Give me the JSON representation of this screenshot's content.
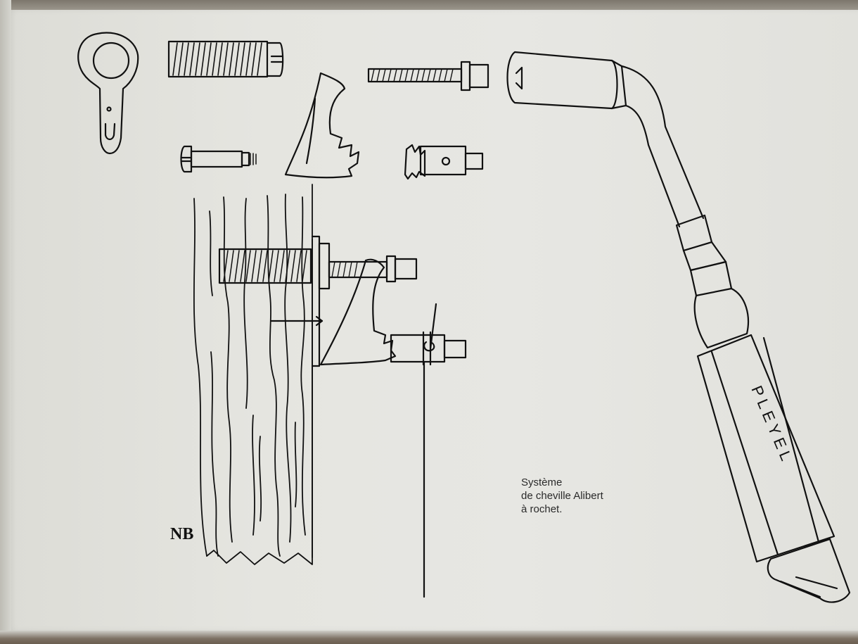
{
  "caption": {
    "line1": "Système",
    "line2": "de cheville Alibert",
    "line3": "à rochet."
  },
  "brand_label": "PLEYEL",
  "monogram": "NB",
  "colors": {
    "ink": "#111111",
    "paper": "#e5e5e0",
    "caption_text": "#2a2a2a"
  }
}
